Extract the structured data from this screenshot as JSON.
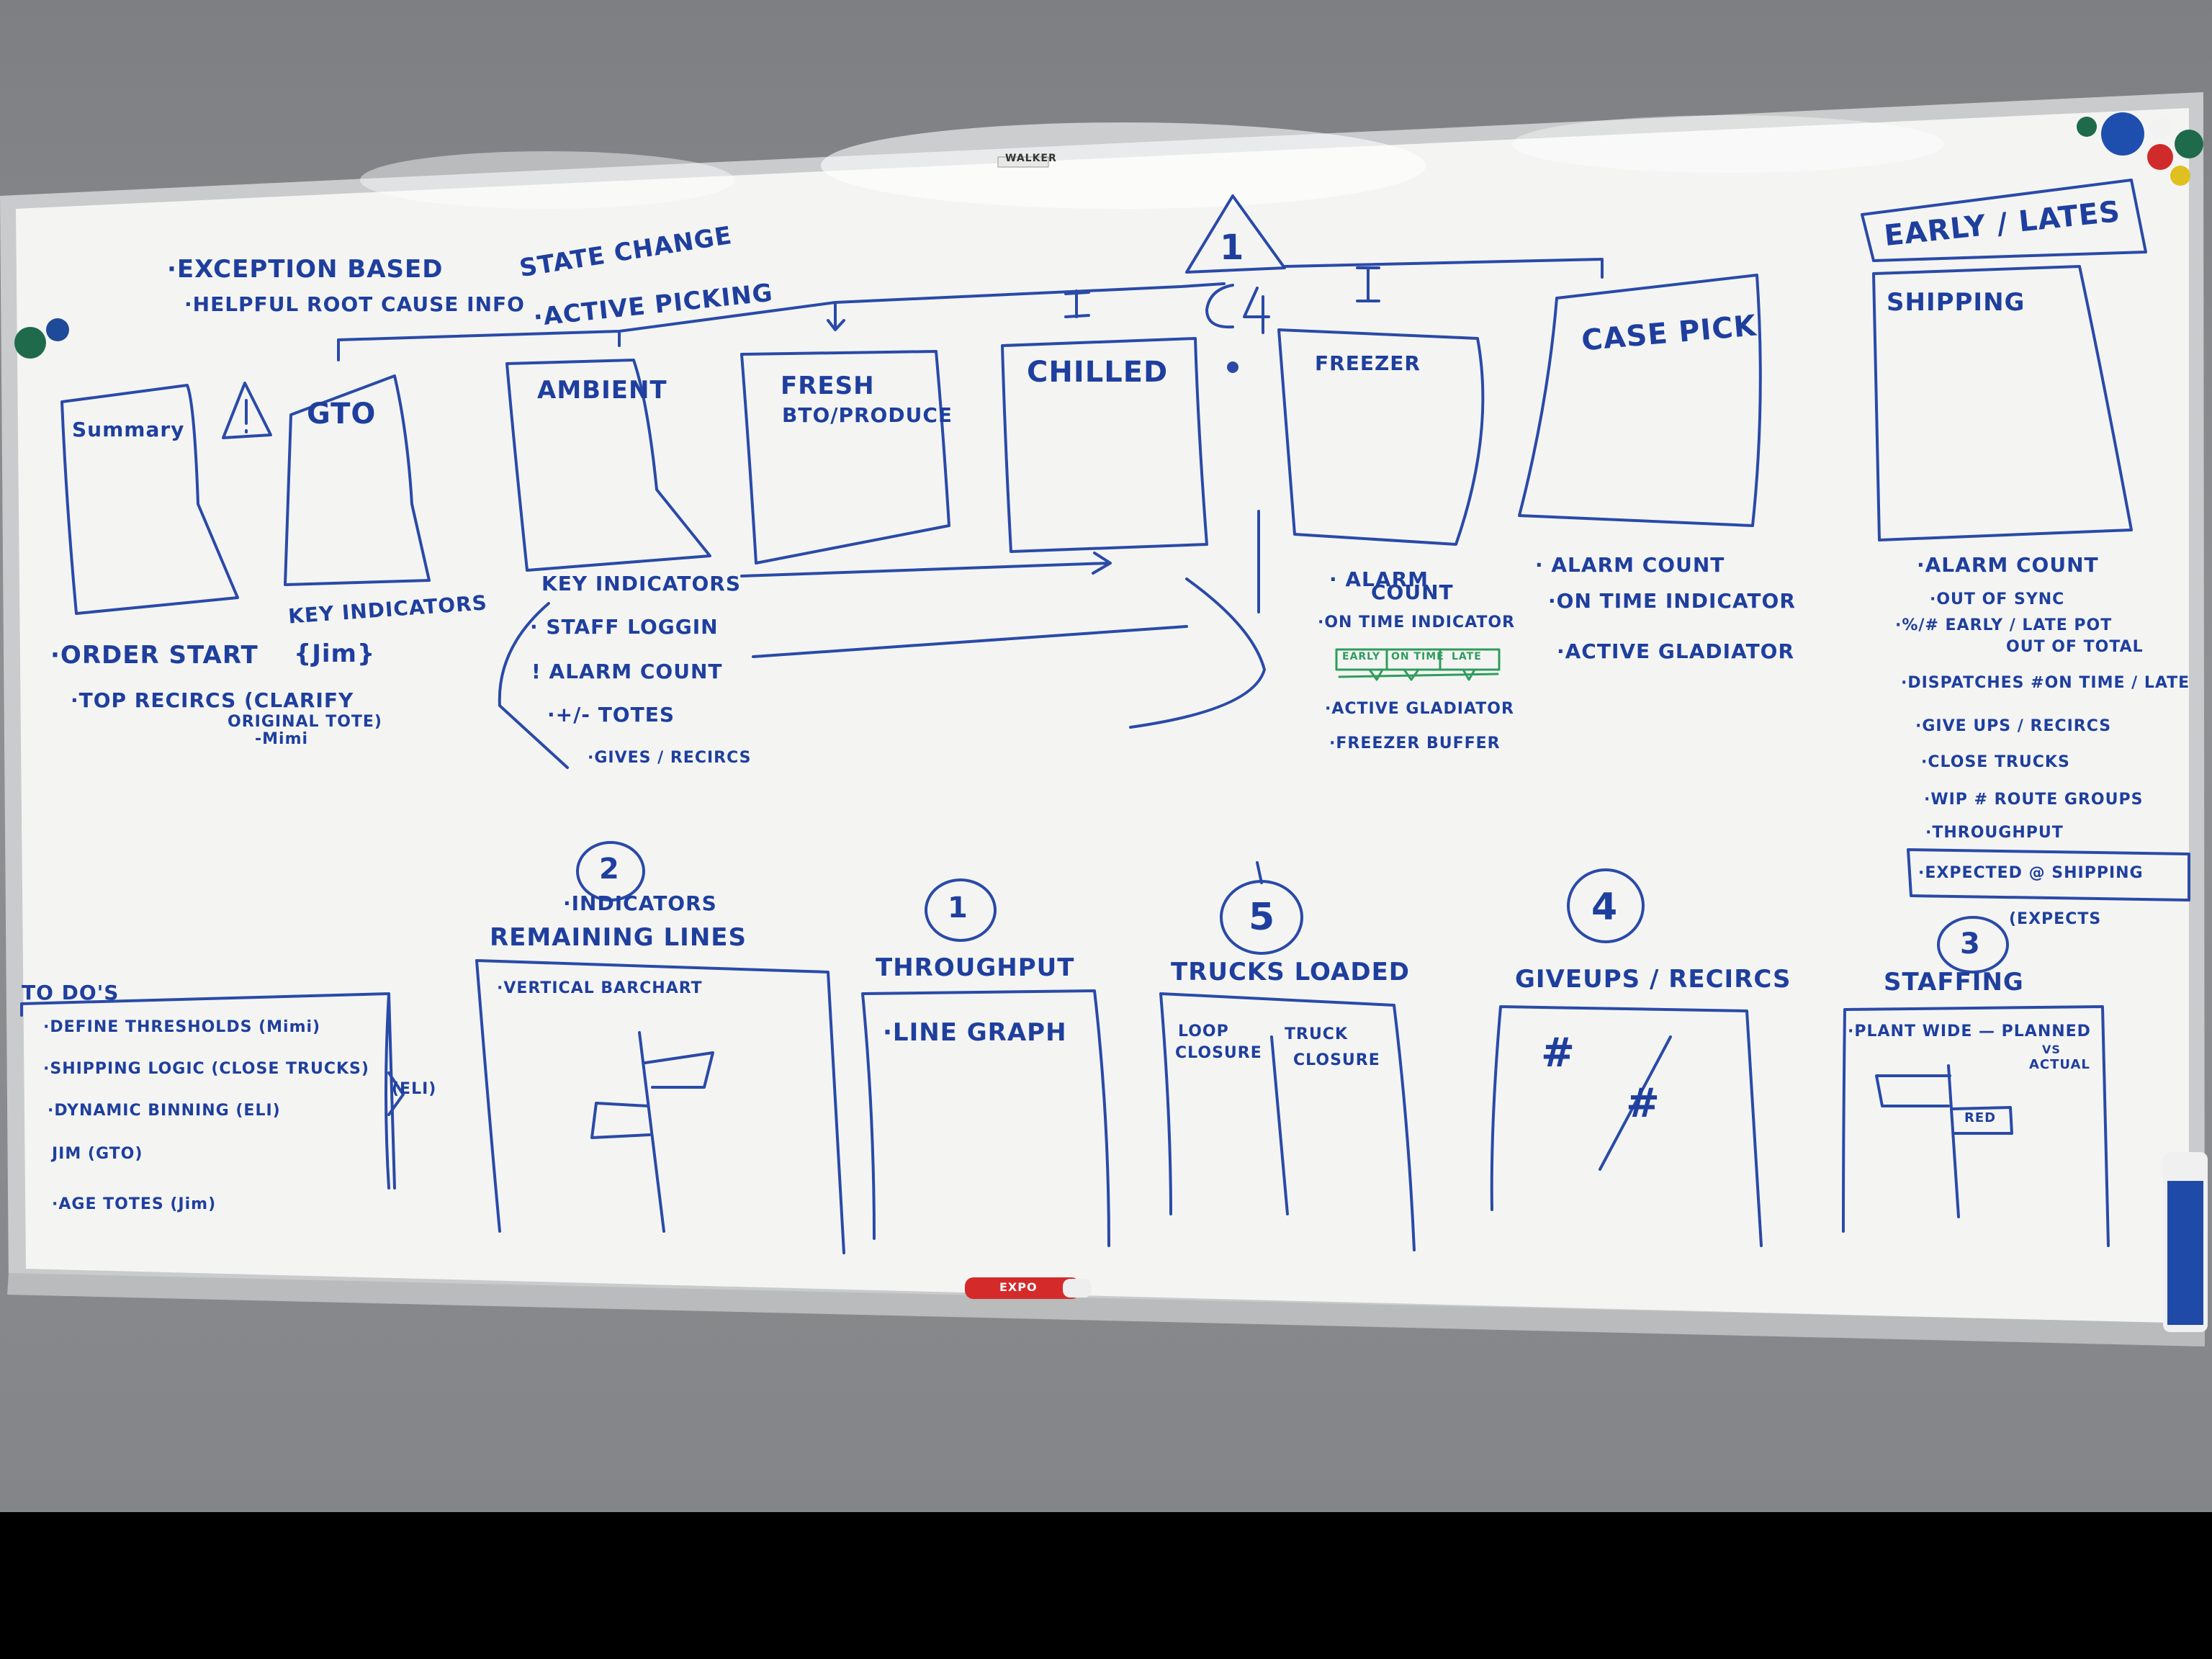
{
  "header": {
    "bullet_1": "·EXCEPTION BASED",
    "bullet_2": "·HELPFUL ROOT CAUSE INFO",
    "state_change": "STATE CHANGE",
    "active_picking": "·ACTIVE PICKING",
    "c4": "C4",
    "triangle_1": "1",
    "early_lates": "EARLY / LATES"
  },
  "screens": [
    {
      "label": "Summary"
    },
    {
      "label": "GTO"
    },
    {
      "label": "AMBIENT"
    },
    {
      "label": "FRESH"
    },
    {
      "label": "BTO/PRODUCE"
    },
    {
      "label": "CHILLED"
    },
    {
      "label": "FREEZER"
    },
    {
      "label": "CASE PICK"
    },
    {
      "label": "SHIPPING"
    }
  ],
  "notes": {
    "order_start": "·ORDER START",
    "top_recircs": "·TOP RECIRCS (CLARIFY",
    "top_recircs_2": "ORIGINAL TOTE)",
    "top_recircs_3": "-Mimi",
    "gto_key": "KEY INDICATORS",
    "gto_jim": "{Jim}",
    "ambient_key": "KEY INDICATORS",
    "staff_login": "· STAFF LOGGIN",
    "alarm_count": "! ALARM COUNT",
    "totes": "·+/- TOTES",
    "gives_recircs": "·GIVES / RECIRCS",
    "freezer_alarm": "· ALARM",
    "freezer_count": "COUNT",
    "on_time": "·ON TIME INDICATOR",
    "early": "EARLY",
    "ontime_box": "ON TIME",
    "late": "LATE",
    "active_gladiator": "·ACTIVE GLADIATOR",
    "freezer_buffer": "·FREEZER BUFFER",
    "case_alarm": "· ALARM COUNT",
    "case_on_time": "·ON TIME INDICATOR",
    "case_gladiator": "·ACTIVE GLADIATOR",
    "ship_alarm": "·ALARM COUNT",
    "out_of_sync": "·OUT OF SYNC",
    "pct_early": "·%/# EARLY / LATE POT",
    "out_of_total": "OUT OF TOTAL",
    "dispatches": "·DISPATCHES #ON TIME / LATE",
    "give_ups": "·GIVE UPS / RECIRCS",
    "close_trucks": "·CLOSE TRUCKS",
    "wip_route": "·WIP # ROUTE GROUPS",
    "throughput": "·THROUGHPUT",
    "expected_shipping": "·EXPECTED @ SHIPPING",
    "expects": "(EXPECTS"
  },
  "bottom": {
    "todo_title": "TO DO'S",
    "todo_1": "·DEFINE THRESHOLDS (Mimi)",
    "todo_2": "·SHIPPING LOGIC (CLOSE TRUCKS)",
    "todo_3": "·DYNAMIC BINNING (ELI)",
    "todo_eli": "(ELI)",
    "todo_4": "JIM (GTO)",
    "todo_5": "·AGE TOTES (Jim)",
    "p2_num": "2",
    "p2_title_1": "·INDICATORS",
    "p2_title_2": "REMAINING LINES",
    "p2_body": "·VERTICAL BARCHART",
    "p1_num": "1",
    "p1_title": "THROUGHPUT",
    "p1_body": "·LINE GRAPH",
    "p5_num": "5",
    "p5_title": "TRUCKS LOADED",
    "p5_col1a": "LOOP",
    "p5_col1b": "CLOSURE",
    "p5_col2a": "TRUCK",
    "p5_col2b": "CLOSURE",
    "p4_num": "4",
    "p4_title": "GIVEUPS / RECIRCS",
    "p4_hash_1": "#",
    "p4_hash_2": "#",
    "p3_num": "3",
    "p3_title": "STAFFING",
    "p3_body": "·PLANT WIDE — PLANNED",
    "p3_vs": "VS",
    "p3_actual": "ACTUAL",
    "p3_red": "RED"
  },
  "objects": {
    "brand": "WALKER",
    "marker_brand": "EXPO"
  },
  "colors": {
    "ink": "#1f3f9e",
    "green_ink": "#2f9c5c",
    "board": "#f4f5f3",
    "wall": "#8a8c8f"
  }
}
